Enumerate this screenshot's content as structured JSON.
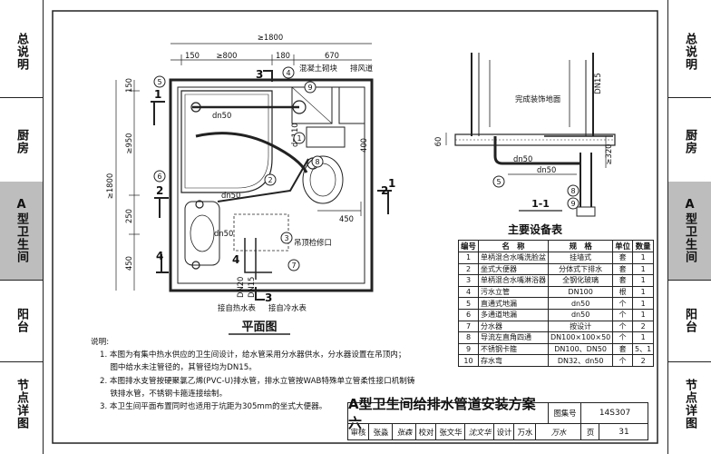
{
  "sidebar_left": [
    {
      "label": "总说明"
    },
    {
      "label": "厨房"
    },
    {
      "label": "A型卫生间",
      "active": true
    },
    {
      "label": "阳台"
    },
    {
      "label": "节点详图"
    }
  ],
  "sidebar_right": [
    {
      "label": "总说明"
    },
    {
      "label": "厨房"
    },
    {
      "label": "A型卫生间",
      "active": true
    },
    {
      "label": "阳台"
    },
    {
      "label": "节点详图"
    }
  ],
  "plan": {
    "caption": "平面图",
    "dims_top": [
      "≥1800",
      "150",
      "≥800",
      "180",
      "670"
    ],
    "dims_left": [
      "≥1800",
      "150",
      "≥950",
      "250",
      "450"
    ],
    "dims_misc": [
      "400",
      "450",
      "DN20",
      "DN15",
      "dn110",
      "dn50",
      "dn50",
      "dn50"
    ],
    "labels": {
      "concrete": "混凝土砌块",
      "vent": "排风道",
      "access": "吊顶检修口",
      "hot": "接自热水表",
      "cold": "接自冷水表"
    },
    "section_marks": [
      "1",
      "1",
      "2",
      "2",
      "3",
      "3",
      "4",
      "4"
    ],
    "callouts": [
      "1",
      "2",
      "3",
      "4",
      "5",
      "6",
      "7",
      "8",
      "9"
    ]
  },
  "section": {
    "caption": "1-1",
    "floor_label": "完成装饰地面",
    "dims": [
      "60",
      "≥320",
      "DN15",
      "dn50",
      "dn50"
    ],
    "callouts": [
      "8",
      "9",
      "5"
    ]
  },
  "table": {
    "title": "主要设备表",
    "headers": [
      "编号",
      "名　称",
      "规　格",
      "单位",
      "数量"
    ],
    "rows": [
      [
        "1",
        "单柄混合水嘴洗脸盆",
        "挂墙式",
        "套",
        "1"
      ],
      [
        "2",
        "坐式大便器",
        "分体式下排水",
        "套",
        "1"
      ],
      [
        "3",
        "单柄混合水嘴淋浴器",
        "全钢化玻璃",
        "套",
        "1"
      ],
      [
        "4",
        "污水立管",
        "DN100",
        "根",
        "1"
      ],
      [
        "5",
        "直通式地漏",
        "dn50",
        "个",
        "1"
      ],
      [
        "6",
        "多通道地漏",
        "dn50",
        "个",
        "1"
      ],
      [
        "7",
        "分水器",
        "按设计",
        "个",
        "2"
      ],
      [
        "8",
        "导流左直角四通",
        "DN100×100×50",
        "个",
        "1"
      ],
      [
        "9",
        "不锈钢卡箍",
        "DN100、DN50",
        "套",
        "5、1"
      ],
      [
        "10",
        "存水弯",
        "DN32、dn50",
        "个",
        "2"
      ]
    ]
  },
  "notes": {
    "header": "说明:",
    "lines": [
      "1. 本图为有集中热水供应的卫生间设计，给水管采用分水器供水，分水器设置在吊顶内；",
      "　 图中给水未注管径的，其管径均为DN15。",
      "2. 本图排水支管按硬聚氯乙烯(PVC-U)排水管，排水立管按WAB特殊单立管柔性接口机制铸",
      "　 铁排水管，不锈钢卡箍连接绘制。",
      "3. 本卫生间平面布置同时也适用于坑距为305mm的坐式大便器。"
    ]
  },
  "titleblock": {
    "title": "A型卫生间给排水管道安装方案六",
    "atlas_label": "图集号",
    "atlas_no": "14S307",
    "page_label": "页",
    "page_no": "31",
    "row": [
      "审核",
      "张淼",
      "张森",
      "校对",
      "张文华",
      "沈文华",
      "设计",
      "万水",
      "万水"
    ]
  }
}
